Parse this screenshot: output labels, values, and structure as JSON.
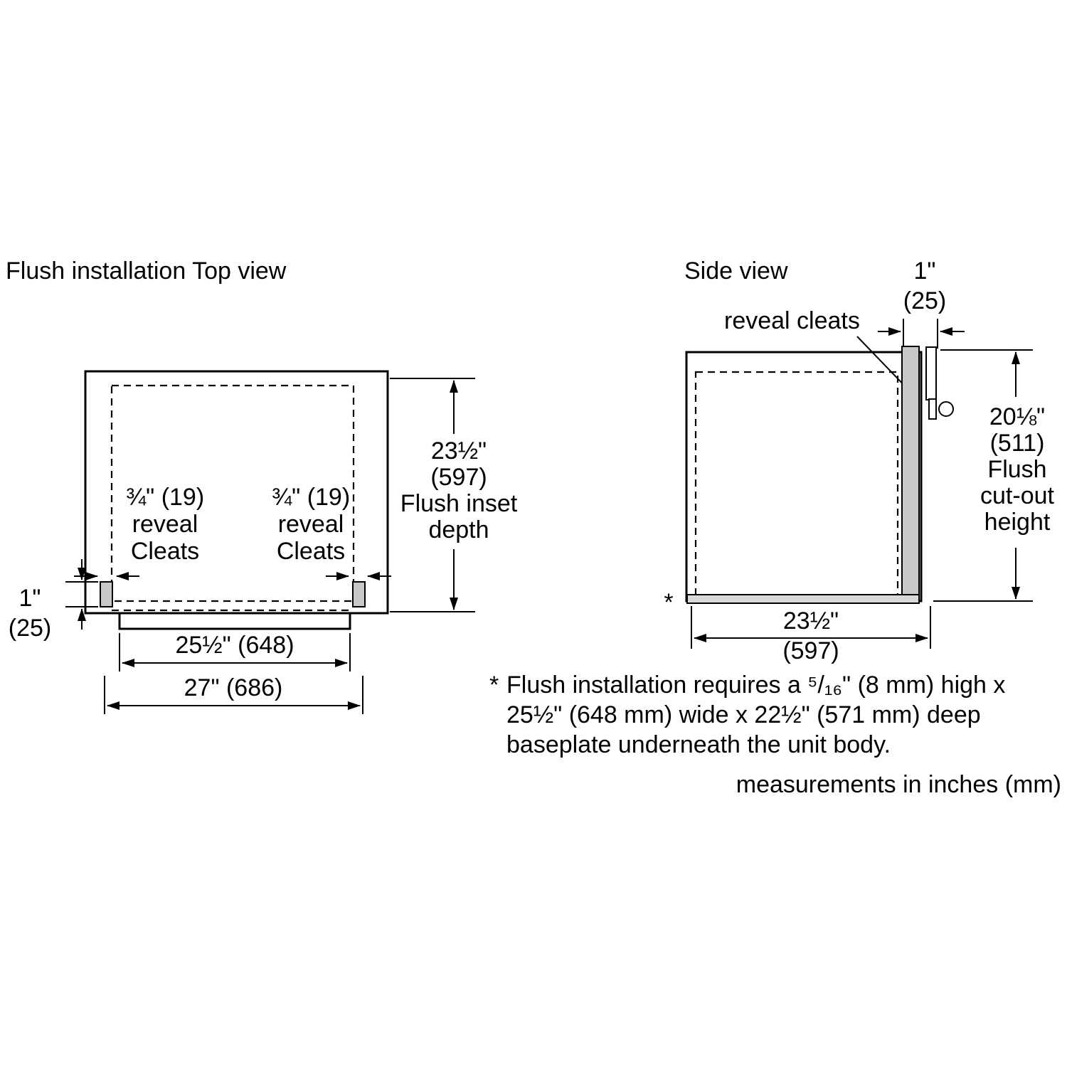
{
  "top_view": {
    "title": "Flush installation Top view",
    "cleat_label": [
      "¾\" (19)",
      "reveal",
      "Cleats"
    ],
    "depth_label": [
      "23½\"",
      "(597)",
      "Flush inset",
      "depth"
    ],
    "cleat_thickness_label": [
      "1\"",
      "(25)"
    ],
    "width_inner_label": "25½\" (648)",
    "width_outer_label": "27\" (686)"
  },
  "side_view": {
    "title": "Side view",
    "cleat_thickness_label": [
      "1\"",
      "(25)"
    ],
    "reveal_cleats_label": "reveal cleats",
    "cutout_height_label": [
      "20⅛\"",
      "(511)",
      "Flush",
      "cut-out",
      "height"
    ],
    "depth_label": [
      "23½\"",
      "(597)"
    ],
    "baseplate_marker": "*"
  },
  "footnote": {
    "marker": "*",
    "lines": [
      "Flush installation requires a ⁵/₁₆\" (8 mm) high x",
      "25½\" (648 mm) wide x 22½\" (571 mm) deep",
      "baseplate underneath the unit body."
    ],
    "units_note": "measurements in inches (mm)"
  },
  "colors": {
    "line": "#000000",
    "background": "#ffffff",
    "cleat_fill": "#c8c8c8",
    "baseplate_fill": "#d9d9d9"
  }
}
